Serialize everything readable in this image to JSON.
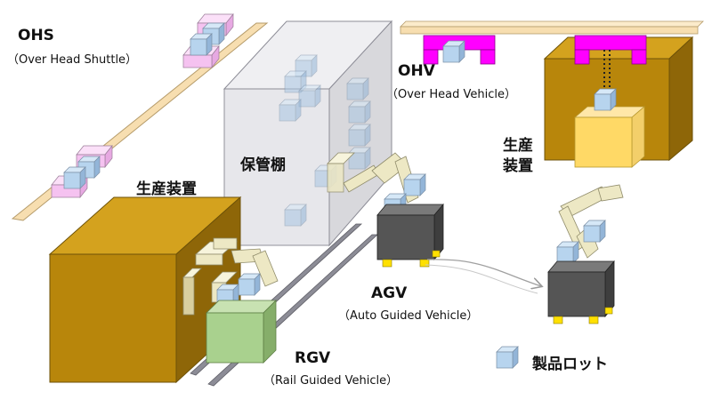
{
  "labels": {
    "ohs_title": "OHS",
    "ohs_sub": "（Over Head Shuttle）",
    "ohv_title": "OHV",
    "ohv_sub": "（Over Head Vehicle）",
    "storage_shelf": "保管棚",
    "production_left": "生産装置",
    "production_right_line1": "生産",
    "production_right_line2": "装置",
    "agv_title": "AGV",
    "agv_sub": "（Auto Guided Vehicle）",
    "rgv_title": "RGV",
    "rgv_sub": "（Rail Guided Vehicle）",
    "legend_lot": "製品ロット"
  },
  "colors": {
    "rail": "#F7DEB0",
    "production_tan": "#B8860B",
    "magenta": "#FF00FF",
    "lot_blue": "#B7D4EE",
    "pink": "#F5C2F0",
    "rgv_green": "#A9D18E",
    "shelf_gray": "#E4E4E4",
    "vehicle_dark": "#555555",
    "arm_cream": "#EDE8C4",
    "wheel_yellow": "#FFE000"
  }
}
